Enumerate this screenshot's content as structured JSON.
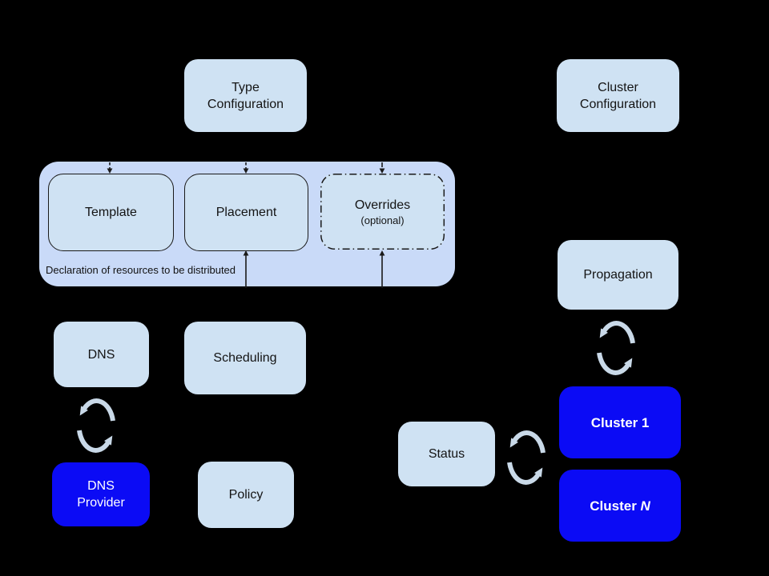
{
  "diagram": {
    "description_visible_text_only": true,
    "colors": {
      "canvas_bg": "#000000",
      "node_fill": "#cfe2f3",
      "group_fill": "#c9daf8",
      "cluster_node_fill": "#0b0bf5",
      "node_text": "#141414",
      "cluster_node_text": "#ffffff",
      "connector": "#1a1a1a",
      "sync_icon": "#c9d9e8"
    },
    "icons": {
      "sync": "sync-circular-arrows-icon"
    },
    "nodes": {
      "type_configuration": {
        "line1": "Type",
        "line2": "Configuration"
      },
      "cluster_configuration": {
        "line1": "Cluster",
        "line2": "Configuration"
      },
      "resource_declaration": {
        "caption": "Declaration of resources to be distributed",
        "template": "Template",
        "placement": "Placement",
        "overrides": "Overrides",
        "overrides_note": "(optional)"
      },
      "dns": "DNS",
      "scheduling": "Scheduling",
      "dns_provider": {
        "line1": "DNS",
        "line2": "Provider"
      },
      "policy": "Policy",
      "propagation": "Propagation",
      "status": "Status",
      "cluster_1": {
        "prefix": "Cluster",
        "suffix": "1"
      },
      "cluster_n": {
        "prefix": "Cluster",
        "suffix": "N"
      }
    }
  }
}
